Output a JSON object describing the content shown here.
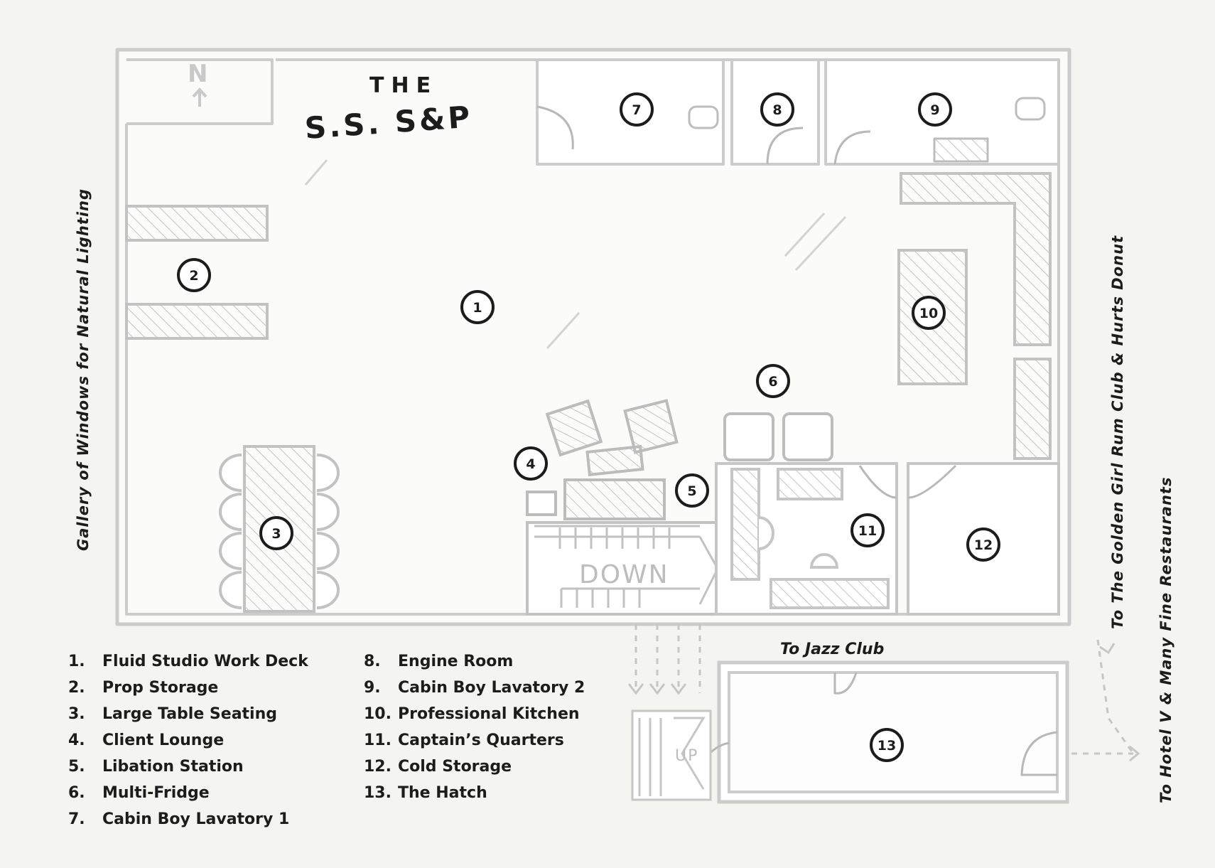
{
  "title": {
    "line1": "THE",
    "line2": "S.S. S&P"
  },
  "compass": {
    "label": "N",
    "icon": "north-arrow-icon"
  },
  "stairs": {
    "down_label": "DOWN",
    "up_label": "UP"
  },
  "side_labels": {
    "west": "Gallery of Windows for Natural Lighting",
    "east_1": "To The Golden Girl Rum Club & Hurts Donut",
    "east_2": "To Hotel V & Many Fine Restaurants",
    "jazz": "To Jazz Club"
  },
  "markers": [
    "1",
    "2",
    "3",
    "4",
    "5",
    "6",
    "7",
    "8",
    "9",
    "10",
    "11",
    "12",
    "13"
  ],
  "legend": {
    "left": [
      {
        "num": "1.",
        "label": "Fluid Studio Work Deck"
      },
      {
        "num": "2.",
        "label": "Prop Storage"
      },
      {
        "num": "3.",
        "label": "Large Table Seating"
      },
      {
        "num": "4.",
        "label": "Client Lounge"
      },
      {
        "num": "5.",
        "label": "Libation Station"
      },
      {
        "num": "6.",
        "label": "Multi-Fridge"
      },
      {
        "num": "7.",
        "label": "Cabin Boy Lavatory 1"
      }
    ],
    "right": [
      {
        "num": "8.",
        "label": "Engine Room"
      },
      {
        "num": "9.",
        "label": "Cabin Boy Lavatory 2"
      },
      {
        "num": "10.",
        "label": "Professional Kitchen"
      },
      {
        "num": "11.",
        "label": "Captain’s Quarters"
      },
      {
        "num": "12.",
        "label": "Cold Storage"
      },
      {
        "num": "13.",
        "label": "The Hatch"
      }
    ]
  },
  "colors": {
    "ink": "#1c1c1c",
    "wall": "#cdcdcd",
    "furniture": "#b5b5b5",
    "paper": "#f4f4f1"
  }
}
